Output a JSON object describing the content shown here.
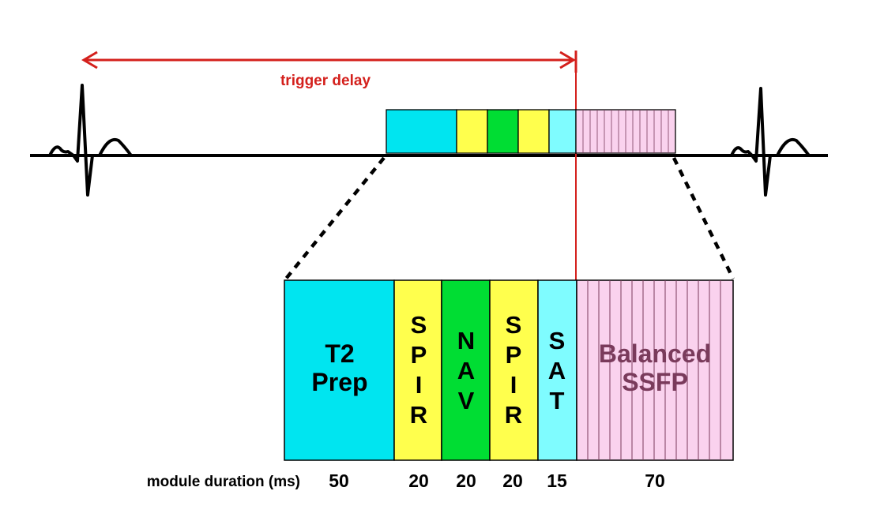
{
  "trigger_delay_label": "trigger delay",
  "colors": {
    "trigger": "#d4201c",
    "t2prep": "#00e5f0",
    "spir": "#ffff4d",
    "nav": "#00dd33",
    "sat": "#7ffcff",
    "ssfp": "#fad2ee",
    "ssfp_text": "#7a3b5c",
    "ecg": "#000000"
  },
  "modules": [
    {
      "id": "t2prep",
      "label": "T2 Prep",
      "duration": "50",
      "color_key": "t2prep",
      "icon": "none"
    },
    {
      "id": "spir1",
      "label": "SPIR",
      "duration": "20",
      "color_key": "spir"
    },
    {
      "id": "nav",
      "label": "NAV",
      "duration": "20",
      "color_key": "nav"
    },
    {
      "id": "spir2",
      "label": "SPIR",
      "duration": "20",
      "color_key": "spir"
    },
    {
      "id": "sat",
      "label": "SAT",
      "duration": "15",
      "color_key": "sat"
    },
    {
      "id": "ssfp",
      "label": "Balanced SSFP",
      "duration": "70",
      "color_key": "ssfp"
    }
  ],
  "duration_caption": "module duration (ms)"
}
